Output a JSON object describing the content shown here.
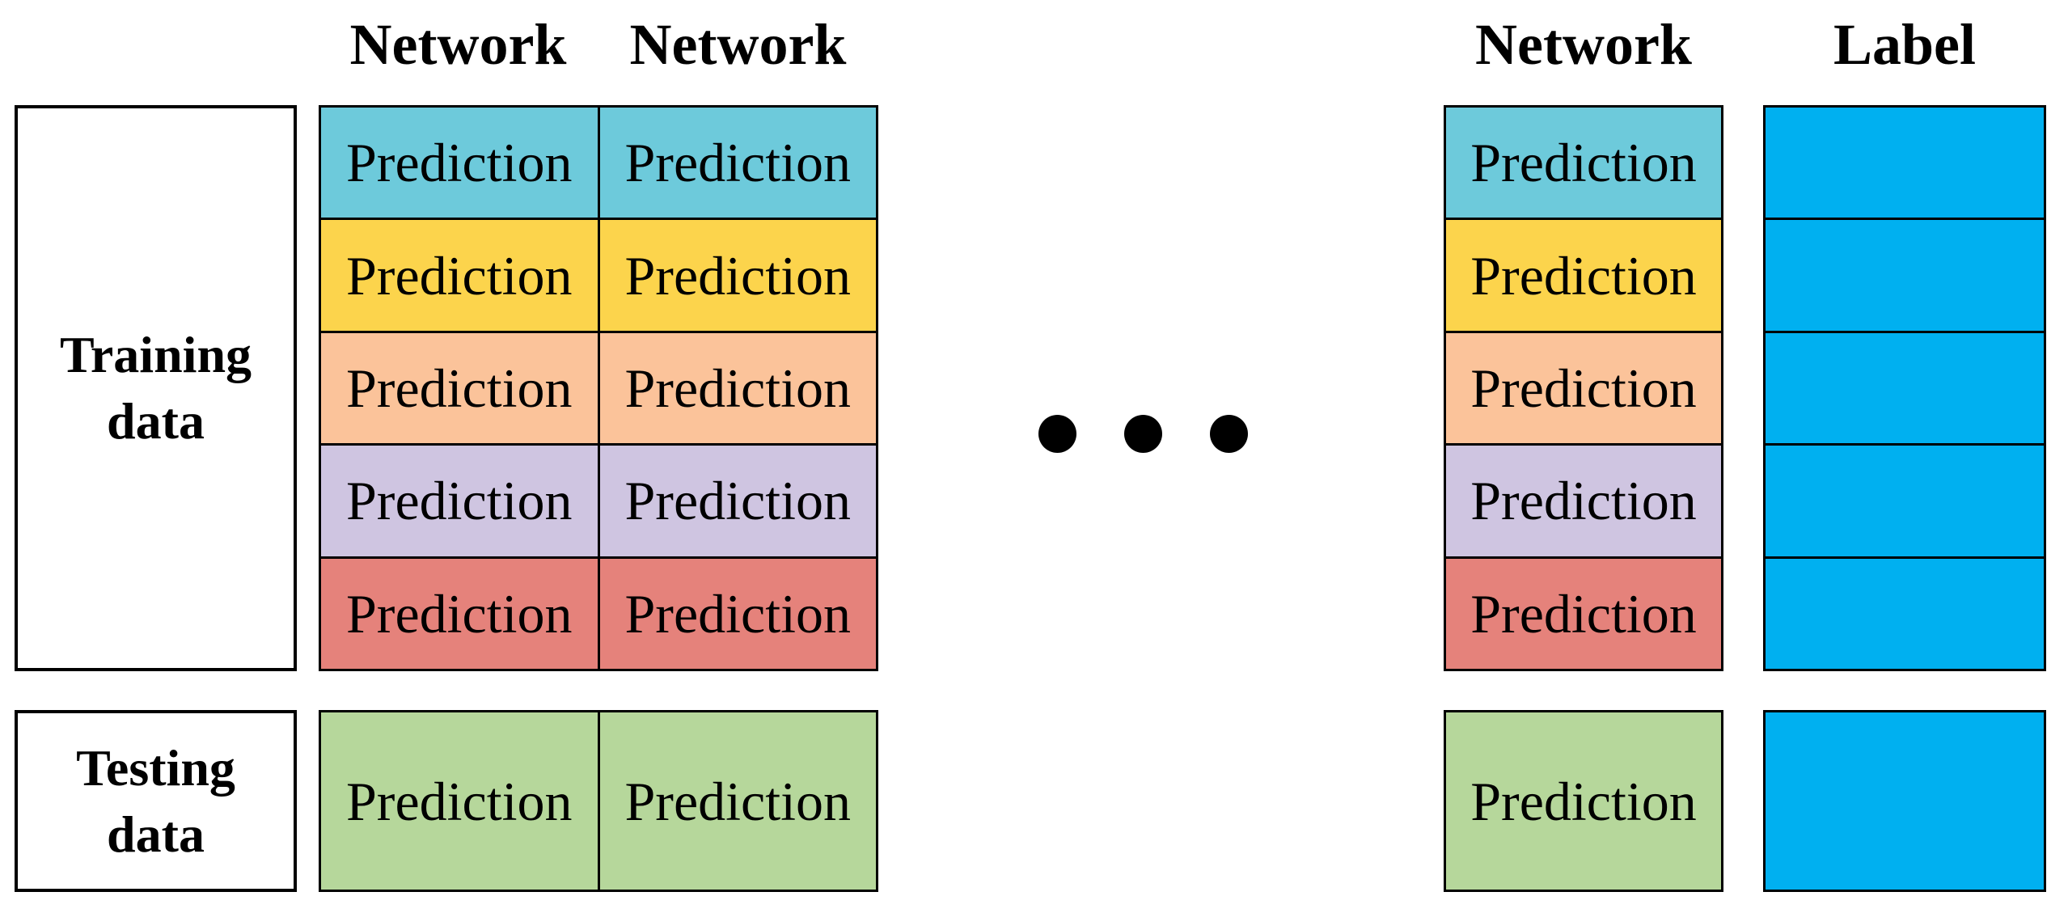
{
  "headers": {
    "network_1": "Network",
    "network_2": "Network",
    "network_3": "Network",
    "label": "Label"
  },
  "data_boxes": {
    "training": {
      "line1": "Training",
      "line2": "data"
    },
    "testing": {
      "line1": "Testing",
      "line2": "data"
    }
  },
  "grid": {
    "prediction_text": "Prediction",
    "training_row_count": 5,
    "testing_row_count": 1,
    "left_network_columns": 2,
    "right_network_columns": 1,
    "label_columns": 1,
    "row_color_order": [
      "cyan",
      "yellow",
      "orange",
      "purple",
      "red"
    ],
    "testing_row_color": "green",
    "label_column_color": "label_blue"
  },
  "ellipsis": {
    "dot_count": 3
  },
  "colors": {
    "cyan": "#6dcadb",
    "yellow": "#fcd44c",
    "orange": "#fbc39a",
    "purple": "#cfc5e1",
    "red": "#e5827b",
    "green": "#b6d79b",
    "label_blue": "#00b0f0",
    "dot_black": "#000000",
    "border": "#000000"
  }
}
